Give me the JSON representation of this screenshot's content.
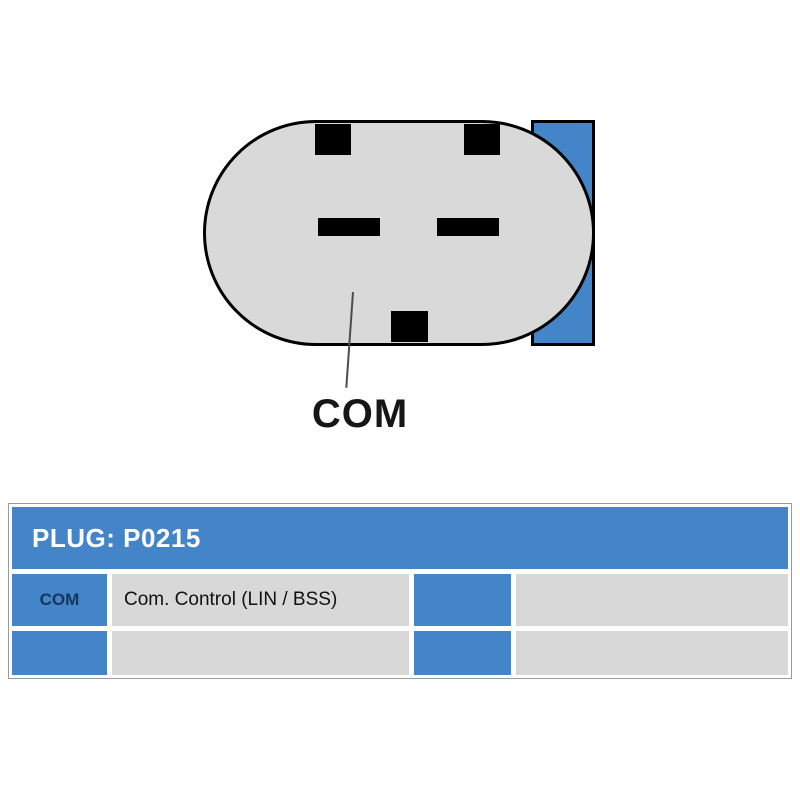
{
  "diagram": {
    "pin_label": "COM",
    "body_color": "#d9d9d9",
    "accent_color": "#4484c8",
    "outline_color": "#000000"
  },
  "table": {
    "title": "PLUG: P0215",
    "title_bg": "#4484c8",
    "title_color": "#ffffff",
    "pin_bg": "#4484c8",
    "pin_text_color": "#15365c",
    "cell_bg": "#d8d8d8",
    "rows": [
      {
        "pin": "COM",
        "description": "Com. Control (LIN / BSS)",
        "pin2": "",
        "description2": ""
      },
      {
        "pin": "",
        "description": "",
        "pin2": "",
        "description2": ""
      }
    ]
  }
}
